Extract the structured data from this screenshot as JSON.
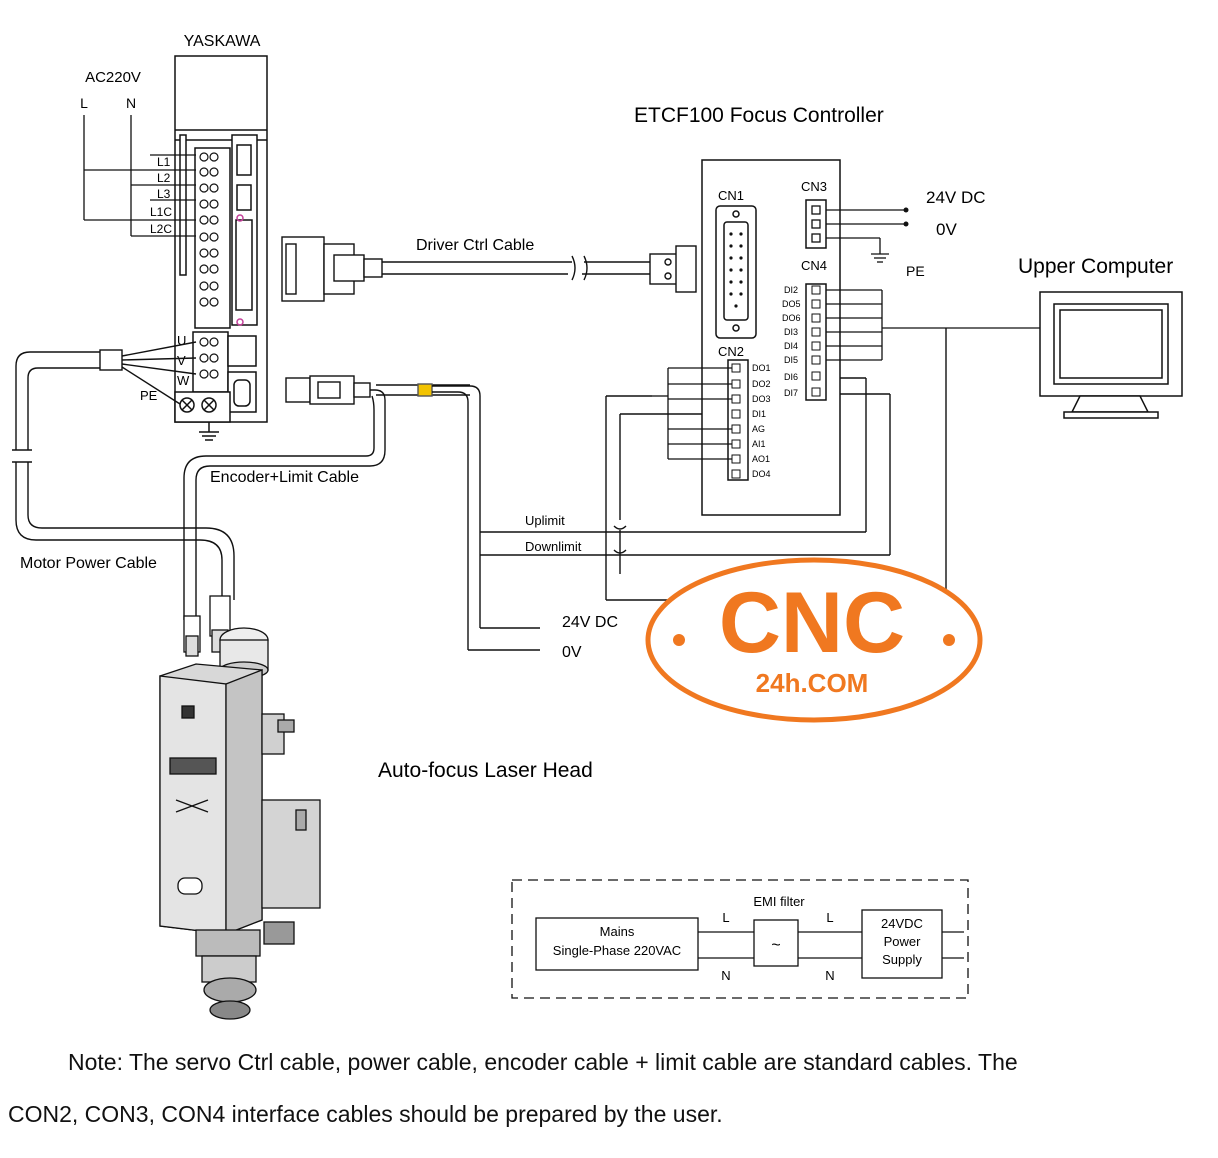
{
  "drive": {
    "brand": "YASKAWA",
    "ac_supply": "AC220V",
    "line_label": "L",
    "neutral_label": "N",
    "terminals": [
      "L1",
      "L2",
      "L3",
      "L1C",
      "L2C"
    ],
    "motor_terminals": [
      "U",
      "V",
      "W"
    ],
    "pe_label": "PE"
  },
  "controller": {
    "title": "ETCF100 Focus Controller",
    "cn1": "CN1",
    "cn2": "CN2",
    "cn3": "CN3",
    "cn4": "CN4",
    "cn3_power_24v": "24V DC",
    "cn3_power_0v": "0V",
    "cn3_pe": "PE",
    "cn2_pins": [
      "DO1",
      "DO2",
      "DO3",
      "DI1",
      "AG",
      "AI1",
      "AO1",
      "DO4"
    ],
    "cn4_pins": [
      "DI2",
      "DO5",
      "DO6",
      "DI3",
      "DI4",
      "DI5",
      "DI6",
      "DI7"
    ]
  },
  "cables": {
    "driver_ctrl": "Driver Ctrl Cable",
    "encoder_limit": "Encoder+Limit Cable",
    "motor_power": "Motor Power Cable",
    "uplimit": "Uplimit",
    "downlimit": "Downlimit",
    "limit_24v": "24V DC",
    "limit_0v": "0V"
  },
  "upper_computer": "Upper Computer",
  "laser_head": "Auto-focus Laser Head",
  "watermark": {
    "main": "CNC",
    "sub": "24h.COM",
    "color": "#f07820"
  },
  "power_block": {
    "mains_line1": "Mains",
    "mains_line2": "Single-Phase 220VAC",
    "emi_label": "EMI filter",
    "emi_symbol": "~",
    "l": "L",
    "n": "N",
    "psu_line1": "24VDC",
    "psu_line2": "Power",
    "psu_line3": "Supply"
  },
  "note": {
    "line1": "Note: The servo Ctrl cable, power cable, encoder cable + limit cable are standard cables. The",
    "line2": "CON2, CON3, CON4 interface cables should be prepared by the user."
  }
}
